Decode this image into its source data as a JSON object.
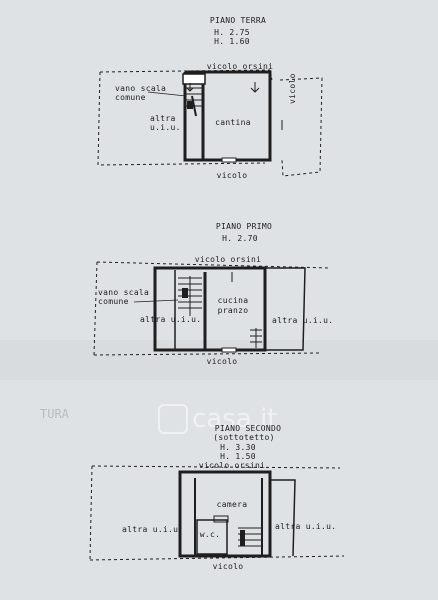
{
  "floors": [
    {
      "title": "PIANO TERRA",
      "heights": [
        "H. 2.75",
        "H. 1.60"
      ],
      "labels": {
        "street_top": "vicolo orsini",
        "stair": [
          "vano scala",
          "comune"
        ],
        "other_unit": [
          "altra",
          "u.i.u."
        ],
        "room": "cantina",
        "street_side": "vicolo",
        "street_bottom": "vicolo"
      }
    },
    {
      "title": "PIANO PRIMO",
      "heights": [
        "H. 2.70"
      ],
      "labels": {
        "street_top": "vicolo orsini",
        "stair": [
          "vano scala",
          "comune"
        ],
        "other_unit_left": "altra u.i.u.",
        "room": [
          "cucina",
          "pranzo"
        ],
        "other_unit_right": "altra u.i.u.",
        "street_bottom": "vicolo"
      }
    },
    {
      "title": "PIANO SECONDO",
      "subtitle": "(sottotetto)",
      "heights": [
        "H. 3.30",
        "H. 1.50"
      ],
      "labels": {
        "street_top": "vicolo orsini",
        "room": "camera",
        "bath": "w.c.",
        "other_unit_left": "altra u.i.u.",
        "other_unit_right": "altra u.i.u.",
        "street_bottom": "vicolo"
      }
    }
  ],
  "watermark": "casa.it",
  "faded_text": "TURA"
}
